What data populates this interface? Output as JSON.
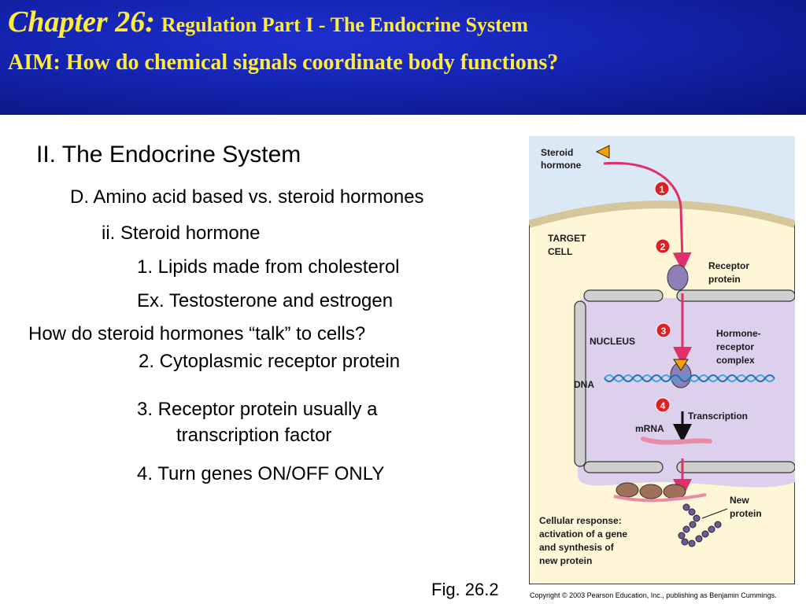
{
  "header": {
    "chapter_label": "Chapter 26:",
    "chapter_title": "Regulation Part I - The Endocrine System",
    "aim": "AIM: How do chemical signals coordinate body functions?"
  },
  "outline": {
    "section": "II. The Endocrine System",
    "subsection": "D. Amino acid based vs. steroid hormones",
    "subpoint": "ii. Steroid hormone",
    "item1": "1. Lipids made from cholesterol",
    "example": "Ex. Testosterone and estrogen",
    "question": "How do steroid hormones “talk” to cells?",
    "item2": "2. Cytoplasmic receptor protein",
    "item3_line1": "3. Receptor protein usually a",
    "item3_line2": "transcription factor",
    "item4": "4. Turn genes ON/OFF ONLY"
  },
  "figure": {
    "labels": {
      "steroid_hormone_1": "Steroid",
      "steroid_hormone_2": "hormone",
      "target_cell_1": "TARGET",
      "target_cell_2": "CELL",
      "receptor_protein_1": "Receptor",
      "receptor_protein_2": "protein",
      "nucleus": "NUCLEUS",
      "hormone_receptor_1": "Hormone-",
      "hormone_receptor_2": "receptor",
      "hormone_receptor_3": "complex",
      "dna": "DNA",
      "transcription": "Transcription",
      "mrna": "mRNA",
      "new_protein_1": "New",
      "new_protein_2": "protein",
      "response_1": "Cellular response:",
      "response_2": "activation of a gene",
      "response_3": "and synthesis of",
      "response_4": "new protein"
    },
    "steps": [
      "1",
      "2",
      "3",
      "4"
    ],
    "caption": "Fig. 26.2",
    "copyright": "Copyright © 2003 Pearson Education, Inc., publishing as Benjamin Cummings."
  },
  "colors": {
    "header_blue": "#1424b0",
    "header_text": "#ffeb3b",
    "step_red": "#e02020",
    "arrow_pink": "#e0306a",
    "hormone_orange": "#f5a000"
  }
}
